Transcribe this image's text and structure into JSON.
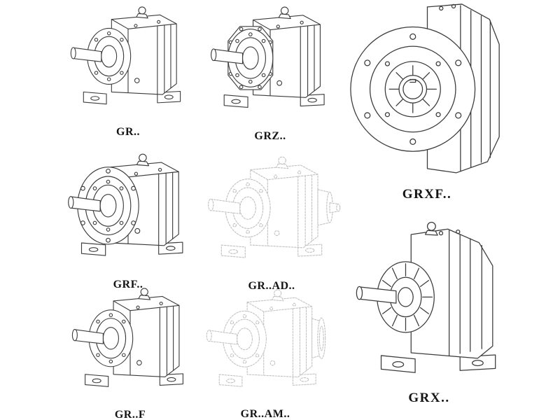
{
  "colors": {
    "line": "#3c3c3c",
    "faded_line": "#c2c2c2",
    "label": "#141414",
    "background": "#ffffff"
  },
  "catalog": {
    "items": [
      {
        "id": "gr",
        "label": "GR..",
        "style": "solid"
      },
      {
        "id": "grz",
        "label": "GRZ..",
        "style": "solid"
      },
      {
        "id": "grxf",
        "label": "GRXF..",
        "style": "solid"
      },
      {
        "id": "grf",
        "label": "GRF..",
        "style": "solid"
      },
      {
        "id": "gr-ad",
        "label": "GR..AD..",
        "style": "faded"
      },
      {
        "id": "gr-f",
        "label": "GR..F",
        "style": "solid"
      },
      {
        "id": "gr-am",
        "label": "GR..AM..",
        "style": "faded"
      },
      {
        "id": "grx",
        "label": "GRX..",
        "style": "solid"
      }
    ]
  }
}
